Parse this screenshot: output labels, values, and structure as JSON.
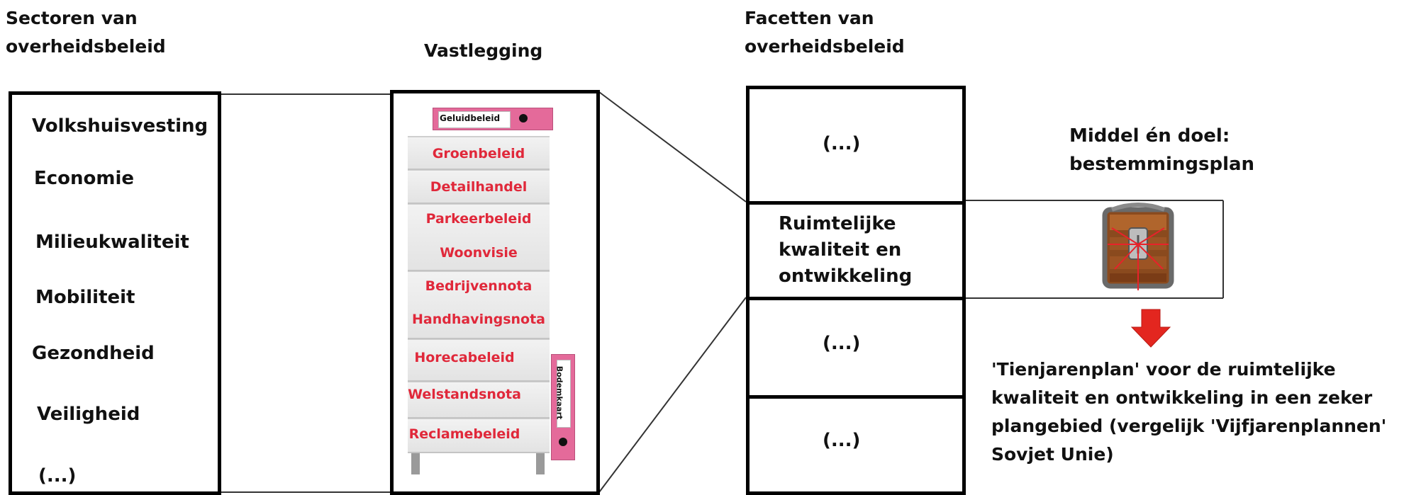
{
  "headings": {
    "sectors_line1": "Sectoren van",
    "sectors_line2": "overheidsbeleid",
    "vastlegging": "Vastlegging",
    "facets_line1": "Facetten van",
    "facets_line2": "overheidsbeleid"
  },
  "sectors": [
    "Volkshuisvesting",
    "Economie",
    "Milieukwaliteit",
    "Mobiliteit",
    "Gezondheid",
    "Veiligheid",
    "(...)"
  ],
  "cabinet": {
    "top_binder_label": "Geluidbeleid",
    "side_binder_label": "Bodemkaart",
    "drawers": [
      "Groenbeleid",
      "Detailhandel",
      "Parkeerbeleid",
      "Woonvisie",
      "Bedrijvennota",
      "Handhavingsnota",
      "Horecabeleid",
      "Welstandsnota",
      "Reclamebeleid"
    ]
  },
  "facets": {
    "placeholder_top": "(...)",
    "highlight_line1": "Ruimtelijke",
    "highlight_line2": "kwaliteit en",
    "highlight_line3": "ontwikkeling",
    "placeholder_mid": "(...)",
    "placeholder_bottom": "(...)"
  },
  "callout": {
    "title_line1": "Middel én doel:",
    "title_line2": "bestemmingsplan",
    "icon": "treasure-chest-icon",
    "arrow_color": "#e3261f",
    "desc_line1": "'Tienjarenplan' voor de ruimtelijke",
    "desc_line2": "kwaliteit en ontwikkeling in een zeker",
    "desc_line3": "plangebied (vergelijk 'Vijfjarenplannen'",
    "desc_line4": "Sovjet Unie)"
  },
  "colors": {
    "drawer_text": "#e0283a",
    "binder": "#e46a9a"
  }
}
